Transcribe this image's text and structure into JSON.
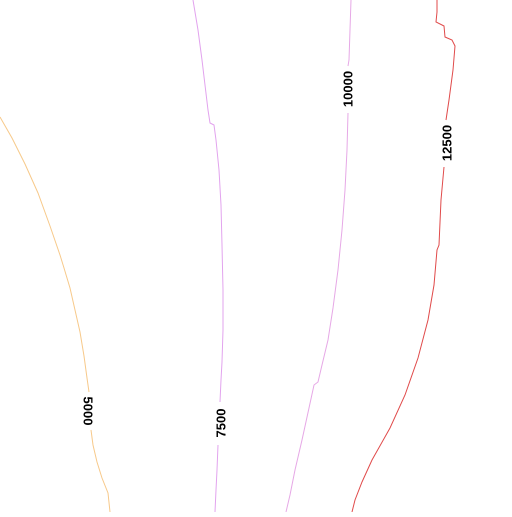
{
  "map": {
    "type": "contour-map",
    "contours": [
      {
        "id": "c5000",
        "label": "5000",
        "color": "#f7c98a"
      },
      {
        "id": "c7500",
        "label": "7500",
        "color": "#e2a3ee"
      },
      {
        "id": "c10000",
        "label": "10000",
        "color": "#e6a8e6"
      },
      {
        "id": "c12500",
        "label": "12500",
        "color": "#e04a4a"
      }
    ]
  }
}
